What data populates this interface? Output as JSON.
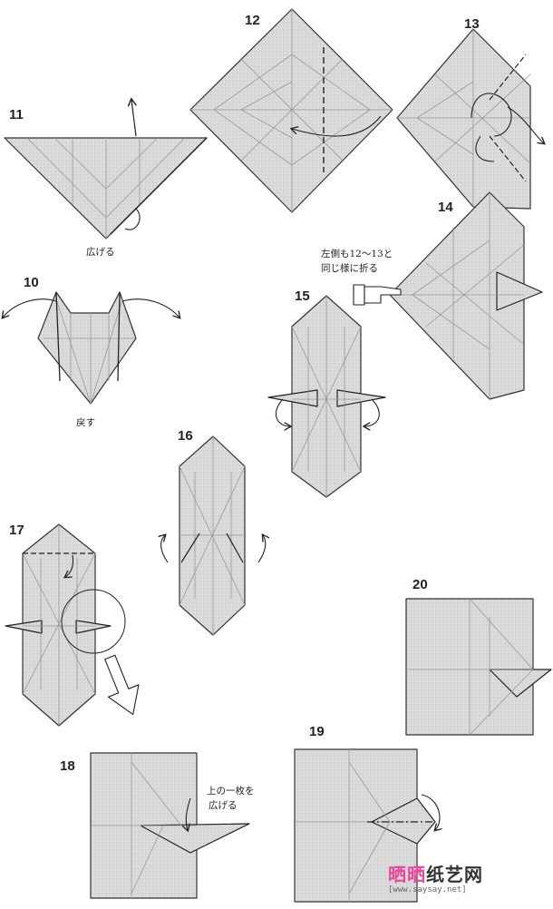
{
  "diagram": {
    "steps": [
      {
        "id": "step-10",
        "number": "10",
        "note": "戻す"
      },
      {
        "id": "step-11",
        "number": "11",
        "note": "広げる"
      },
      {
        "id": "step-12",
        "number": "12"
      },
      {
        "id": "step-13",
        "number": "13"
      },
      {
        "id": "step-14",
        "number": "14",
        "note_lines": [
          "左側も12〜13と",
          "同じ様に折る"
        ]
      },
      {
        "id": "step-15",
        "number": "15"
      },
      {
        "id": "step-16",
        "number": "16"
      },
      {
        "id": "step-17",
        "number": "17"
      },
      {
        "id": "step-18",
        "number": "18",
        "note_lines": [
          "上の一枚を",
          "広げる"
        ]
      },
      {
        "id": "step-19",
        "number": "19"
      },
      {
        "id": "step-20",
        "number": "20"
      }
    ]
  },
  "watermark": {
    "brand_a": "晒晒",
    "brand_b": "纸艺网",
    "url": "[www.saysay.net]"
  },
  "colors": {
    "paper": "#d9d9d9",
    "line": "#333333",
    "crease": "#9a9a9a",
    "watermark_pink": "#e8479a"
  }
}
